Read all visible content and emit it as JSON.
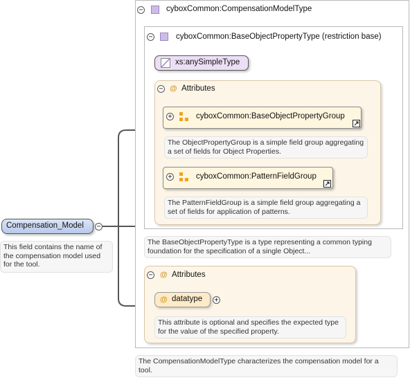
{
  "root": {
    "name": "Compensation_Model",
    "doc": "This field contains the name of the compensation model used for the tool."
  },
  "outer_type": {
    "name": "cyboxCommon:CompensationModelType",
    "doc": "The CompensationModelType characterizes the compensation model for a tool."
  },
  "base_type": {
    "name": "cyboxCommon:BaseObjectPropertyType (restriction base)",
    "simple_type": "xs:anySimpleType",
    "doc": "The BaseObjectPropertyType is a type representing a common typing foundation for the specification of a single Object...",
    "attributes_label": "Attributes",
    "groups": [
      {
        "name": "cyboxCommon:BaseObjectPropertyGroup",
        "doc": "The ObjectPropertyGroup is a simple field group aggregating a set of fields for Object Properties."
      },
      {
        "name": "cyboxCommon:PatternFieldGroup",
        "doc": "The PatternFieldGroup is a simple field group aggregating a set of fields for application of patterns."
      }
    ]
  },
  "own_attributes": {
    "label": "Attributes",
    "attribute": {
      "symbol": "@",
      "name": "datatype",
      "doc": "This attribute is optional and specifies the expected type for the value of the specified property."
    }
  },
  "colors": {
    "root_node_fill": "#c9d6f0",
    "attribute_node_fill": "#fdebc8",
    "simple_type_fill": "#ecdff5",
    "type_icon": "#cdbde6",
    "group_icon": "#f0a420"
  }
}
